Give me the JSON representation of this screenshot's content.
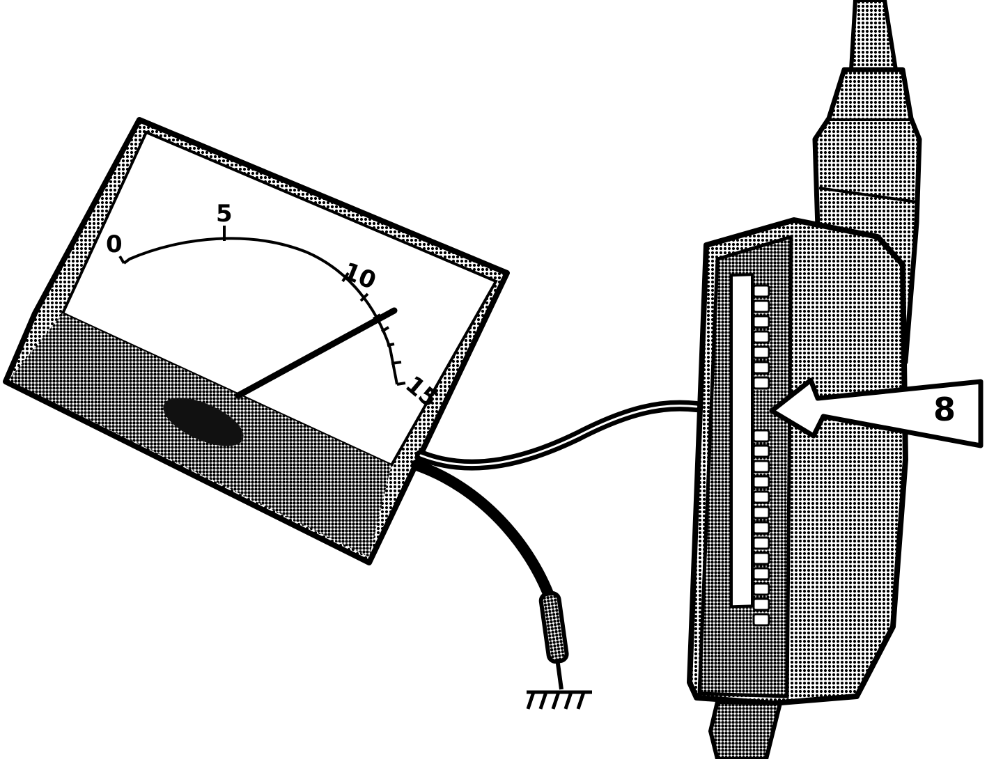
{
  "meter": {
    "scale_labels": [
      "0",
      "5",
      "10",
      "15"
    ]
  },
  "callout": {
    "label": "8"
  },
  "colors": {
    "ink": "#000000",
    "paper": "#ffffff",
    "halftone": "#7a7a7a"
  }
}
